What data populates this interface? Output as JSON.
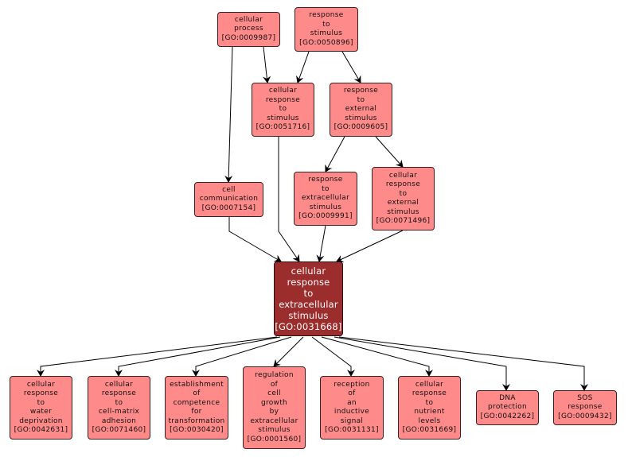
{
  "colors": {
    "node_fill": "#ff8a8a",
    "focus_fill": "#9c2d2d",
    "edge": "#000000",
    "focus_text": "#ffffff"
  },
  "nodes": {
    "n0009987": {
      "lines": [
        "cellular",
        "process",
        "[GO:0009987]"
      ]
    },
    "n0050896": {
      "lines": [
        "response",
        "to",
        "stimulus",
        "[GO:0050896]"
      ]
    },
    "n0051716": {
      "lines": [
        "cellular",
        "response",
        "to",
        "stimulus",
        "[GO:0051716]"
      ]
    },
    "n0009605": {
      "lines": [
        "response",
        "to",
        "external",
        "stimulus",
        "[GO:0009605]"
      ]
    },
    "n0007154": {
      "lines": [
        "cell",
        "communication",
        "[GO:0007154]"
      ]
    },
    "n0009991": {
      "lines": [
        "response",
        "to",
        "extracellular",
        "stimulus",
        "[GO:0009991]"
      ]
    },
    "n0071496": {
      "lines": [
        "cellular",
        "response",
        "to",
        "external",
        "stimulus",
        "[GO:0071496]"
      ]
    },
    "n0031668": {
      "lines": [
        "cellular",
        "response",
        "to",
        "extracellular",
        "stimulus",
        "[GO:0031668]"
      ]
    },
    "n0042631": {
      "lines": [
        "cellular",
        "response",
        "to",
        "water",
        "deprivation",
        "[GO:0042631]"
      ]
    },
    "n0071460": {
      "lines": [
        "cellular",
        "response",
        "to",
        "cell-matrix",
        "adhesion",
        "[GO:0071460]"
      ]
    },
    "n0030420": {
      "lines": [
        "establishment",
        "of",
        "competence",
        "for",
        "transformation",
        "[GO:0030420]"
      ]
    },
    "n0001560": {
      "lines": [
        "regulation",
        "of",
        "cell",
        "growth",
        "by",
        "extracellular",
        "stimulus",
        "[GO:0001560]"
      ]
    },
    "n0031131": {
      "lines": [
        "reception",
        "of",
        "an",
        "inductive",
        "signal",
        "[GO:0031131]"
      ]
    },
    "n0031669": {
      "lines": [
        "cellular",
        "response",
        "to",
        "nutrient",
        "levels",
        "[GO:0031669]"
      ]
    },
    "n0042262": {
      "lines": [
        "DNA",
        "protection",
        "[GO:0042262]"
      ]
    },
    "n0009432": {
      "lines": [
        "SOS",
        "response",
        "[GO:0009432]"
      ]
    }
  },
  "edges": [
    [
      "n0009987",
      "n0051716"
    ],
    [
      "n0050896",
      "n0051716"
    ],
    [
      "n0050896",
      "n0009605"
    ],
    [
      "n0009987",
      "n0007154"
    ],
    [
      "n0009605",
      "n0009991"
    ],
    [
      "n0009605",
      "n0071496"
    ],
    [
      "n0007154",
      "n0031668"
    ],
    [
      "n0051716",
      "n0031668"
    ],
    [
      "n0009991",
      "n0031668"
    ],
    [
      "n0071496",
      "n0031668"
    ],
    [
      "n0031668",
      "n0042631"
    ],
    [
      "n0031668",
      "n0071460"
    ],
    [
      "n0031668",
      "n0030420"
    ],
    [
      "n0031668",
      "n0001560"
    ],
    [
      "n0031668",
      "n0031131"
    ],
    [
      "n0031668",
      "n0031669"
    ],
    [
      "n0031668",
      "n0042262"
    ],
    [
      "n0031668",
      "n0009432"
    ]
  ]
}
